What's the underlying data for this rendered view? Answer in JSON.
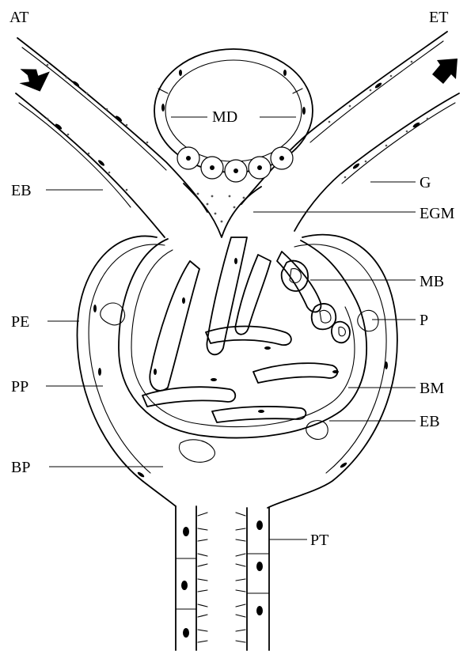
{
  "labels": {
    "at": "AT",
    "et": "ET",
    "md": "MD",
    "eb_upper": "EB",
    "g": "G",
    "egm": "EGM",
    "mb": "MB",
    "pe": "PE",
    "p": "P",
    "pp": "PP",
    "bm": "BM",
    "eb_lower": "EB",
    "bp": "BP",
    "pt": "PT"
  },
  "colors": {
    "ink": "#000000",
    "background": "#ffffff"
  },
  "icons": {
    "afferent_arrow": "arrow-in-icon",
    "efferent_arrow": "arrow-out-icon"
  }
}
